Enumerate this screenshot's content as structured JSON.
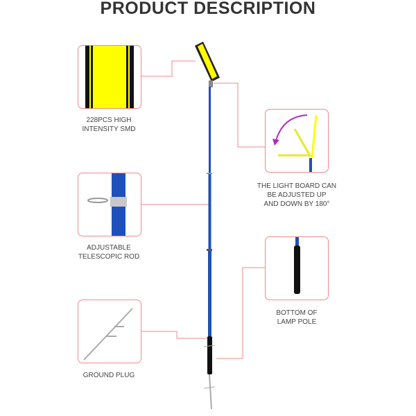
{
  "title": "PRODUCT DESCRIPTION",
  "features": [
    {
      "lines": [
        "228PCS HIGH",
        "INTENSITY SMD"
      ]
    },
    {
      "lines": [
        "ADJUSTABLE",
        "TELESCOPIC ROD"
      ]
    },
    {
      "lines": [
        "GROUND PLUG"
      ]
    },
    {
      "lines": [
        "THE LIGHT BOARD CAN",
        "BE ADJUSTED UP",
        "AND DOWN BY 180°"
      ]
    },
    {
      "lines": [
        "BOTTOM OF",
        "LAMP POLE"
      ]
    }
  ],
  "colors": {
    "accent_line": "#f08a8a",
    "pole": "#1f4fb8",
    "led": "#ffff00",
    "arrow": "#b02bc0"
  }
}
